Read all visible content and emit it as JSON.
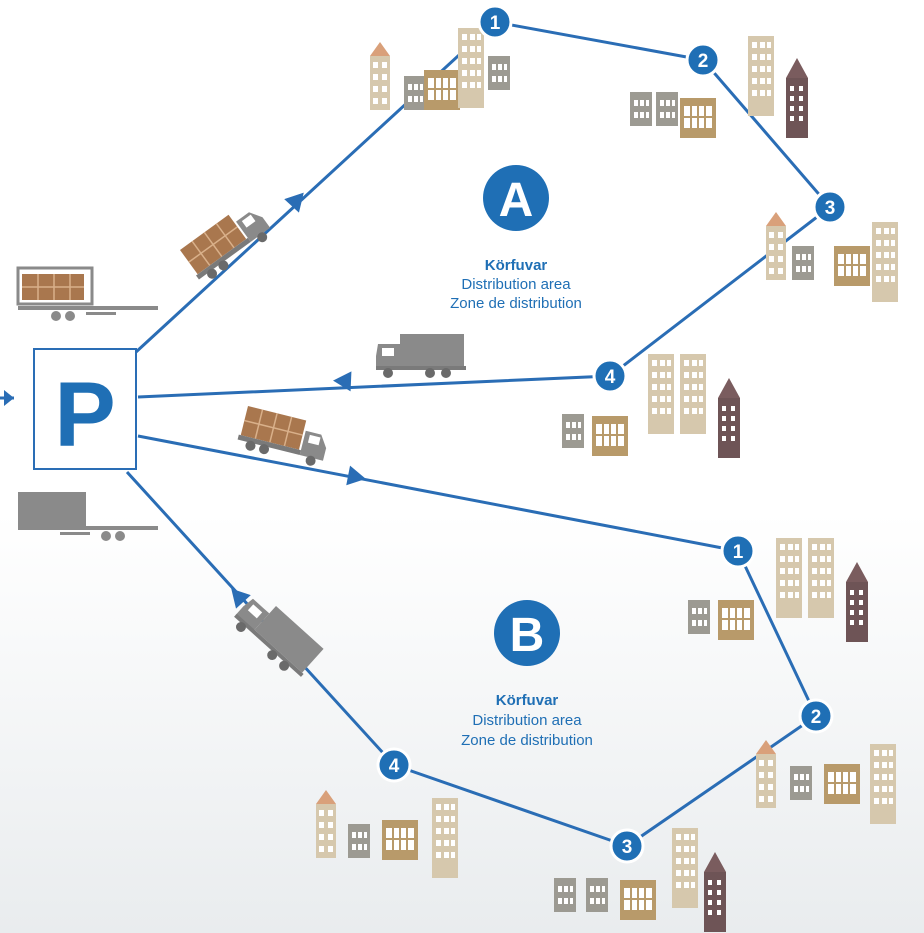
{
  "depot": {
    "label": "P"
  },
  "areas": [
    {
      "id": "A",
      "badge": "A",
      "title": "Körfuvar",
      "subtitle_en": "Distribution area",
      "subtitle_fr": "Zone de distribution",
      "stops": [
        "1",
        "2",
        "3",
        "4"
      ]
    },
    {
      "id": "B",
      "badge": "B",
      "title": "Körfuvar",
      "subtitle_en": "Distribution area",
      "subtitle_fr": "Zone de distribution",
      "stops": [
        "1",
        "2",
        "3",
        "4"
      ]
    }
  ],
  "colors": {
    "route": "#2a6db5",
    "badge": "#1f6fb5",
    "truck": "#8a8a8a",
    "cargo": "#a9774e"
  }
}
